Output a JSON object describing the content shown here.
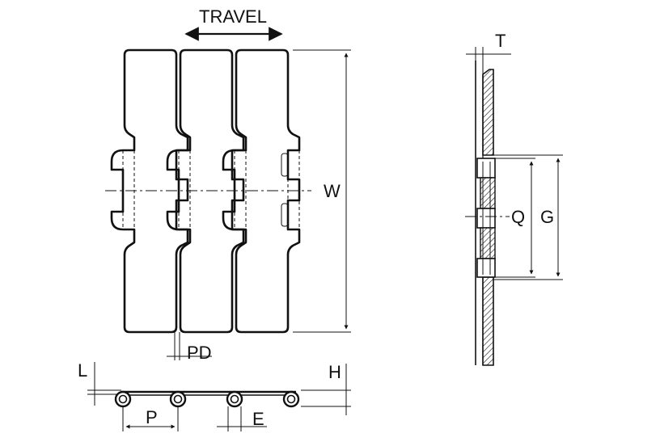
{
  "labels": {
    "travel": "TRAVEL",
    "w": "W",
    "pd": "PD",
    "t": "T",
    "q": "Q",
    "g": "G",
    "l": "L",
    "h": "H",
    "p": "P",
    "e": "E"
  }
}
